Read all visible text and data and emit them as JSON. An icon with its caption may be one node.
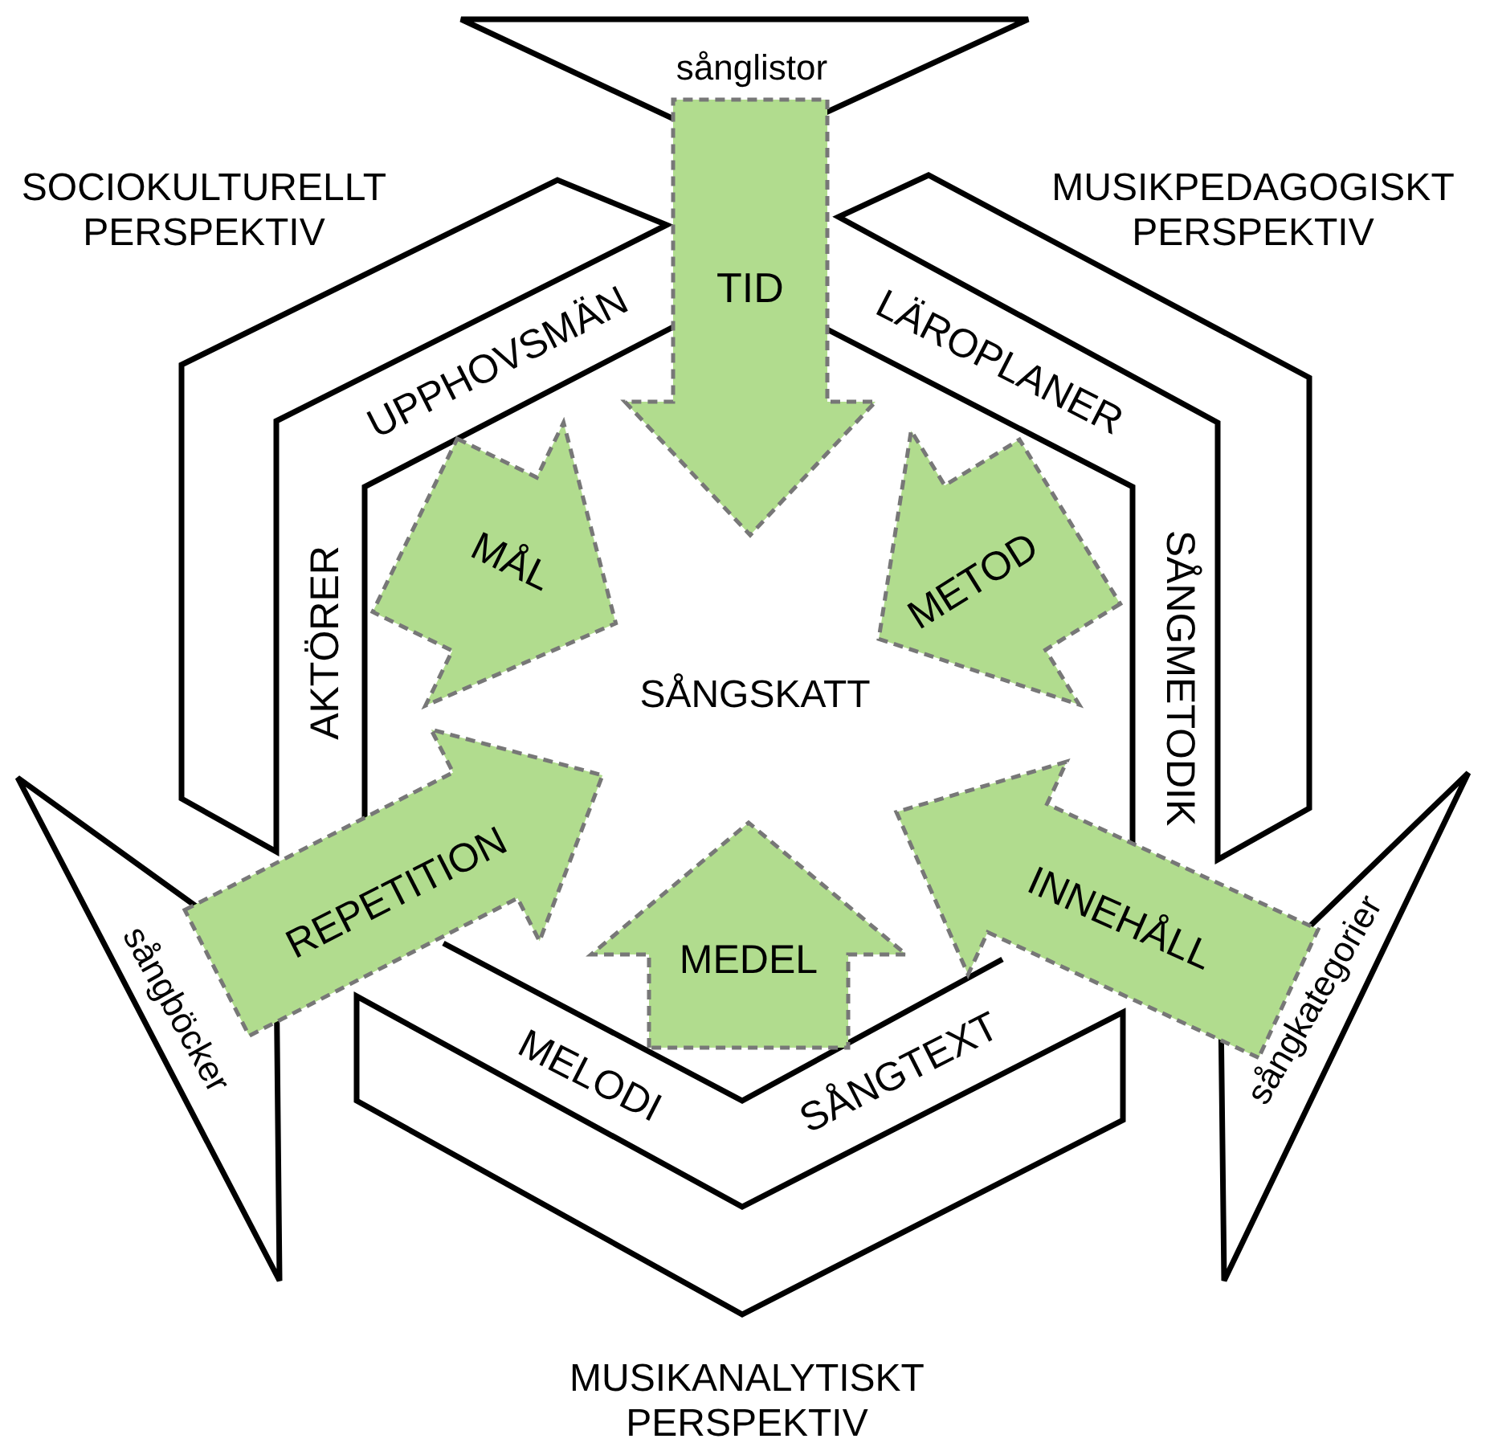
{
  "diagram": {
    "nodes": [
      {
        "text": [
          "sånglistor"
        ]
      },
      {
        "text": [
          "TID"
        ]
      },
      {
        "text": [
          "SOCIOKULTURELLT PERSPEKTIV",
          "UPPHOVSMÄN",
          "AKTÖRER"
        ]
      },
      {
        "text": [
          "MUSIKPEDAGOGISKT PERSPEKTIV",
          "LÄROPLANER",
          "SÅNGMETODIK"
        ]
      },
      {
        "text": [
          "MÅL"
        ]
      },
      {
        "text": [
          "METOD"
        ]
      },
      {
        "text": [
          "SÅNGSKATT"
        ]
      },
      {
        "text": [
          "sångböcker"
        ]
      },
      {
        "text": [
          "REPETITION"
        ]
      },
      {
        "text": [
          "MEDEL"
        ]
      },
      {
        "text": [
          "INNEHÅLL"
        ]
      },
      {
        "text": [
          "sångkategorier"
        ]
      },
      {
        "text": [
          "MUSIKANALYTISKT PERSPEKTIV",
          "MELODI",
          "SÅNGTEXT"
        ]
      }
    ]
  }
}
